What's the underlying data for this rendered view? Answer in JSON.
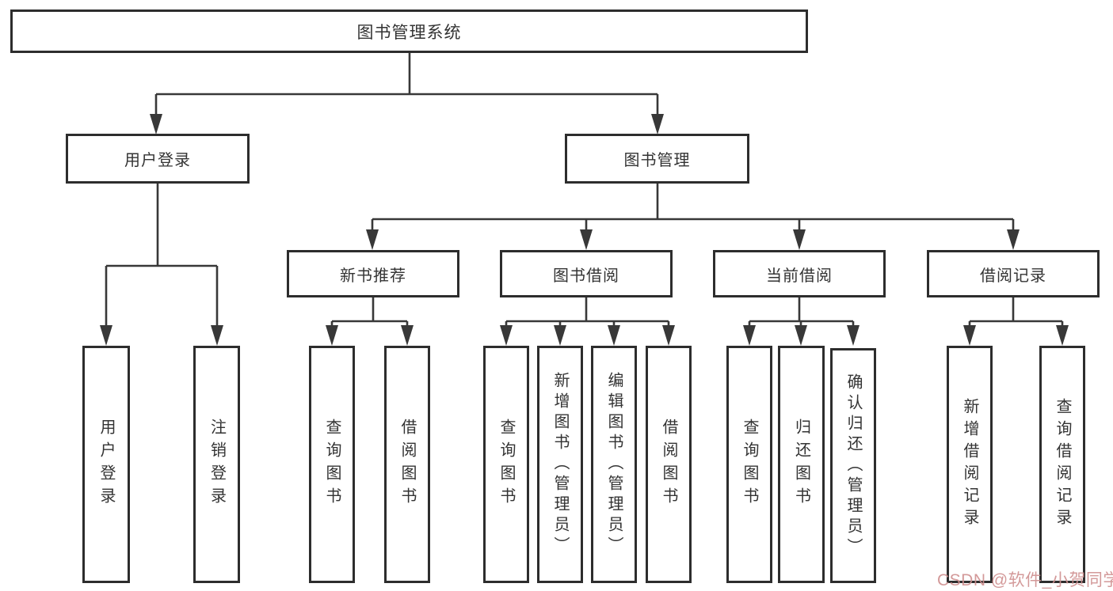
{
  "diagram": {
    "root": {
      "label": "图书管理系统"
    },
    "level2": [
      {
        "label": "用户登录"
      },
      {
        "label": "图书管理"
      }
    ],
    "level3": [
      {
        "label": "新书推荐",
        "parent": "图书管理"
      },
      {
        "label": "图书借阅",
        "parent": "图书管理"
      },
      {
        "label": "当前借阅",
        "parent": "图书管理"
      },
      {
        "label": "借阅记录",
        "parent": "图书管理"
      }
    ],
    "leaves": [
      {
        "label": "用户登录",
        "parent": "用户登录"
      },
      {
        "label": "注销登录",
        "parent": "用户登录"
      },
      {
        "label": "查询图书",
        "parent": "新书推荐"
      },
      {
        "label": "借阅图书",
        "parent": "新书推荐"
      },
      {
        "label": "查询图书",
        "parent": "图书借阅"
      },
      {
        "label": "新增图书（管理员）",
        "parent": "图书借阅"
      },
      {
        "label": "编辑图书（管理员）",
        "parent": "图书借阅"
      },
      {
        "label": "借阅图书",
        "parent": "图书借阅"
      },
      {
        "label": "查询图书",
        "parent": "当前借阅"
      },
      {
        "label": "归还图书",
        "parent": "当前借阅"
      },
      {
        "label": "确认归还（管理员）",
        "parent": "当前借阅"
      },
      {
        "label": "新增借阅记录",
        "parent": "借阅记录"
      },
      {
        "label": "查询借阅记录",
        "parent": "借阅记录"
      }
    ]
  },
  "watermark": {
    "text": "CSDN @软件_小贺同学",
    "color": "#cf8f8f"
  },
  "colors": {
    "background": "#ffffff",
    "line": "#383838",
    "box_border": "#2d2d2d",
    "text": "#333333"
  }
}
